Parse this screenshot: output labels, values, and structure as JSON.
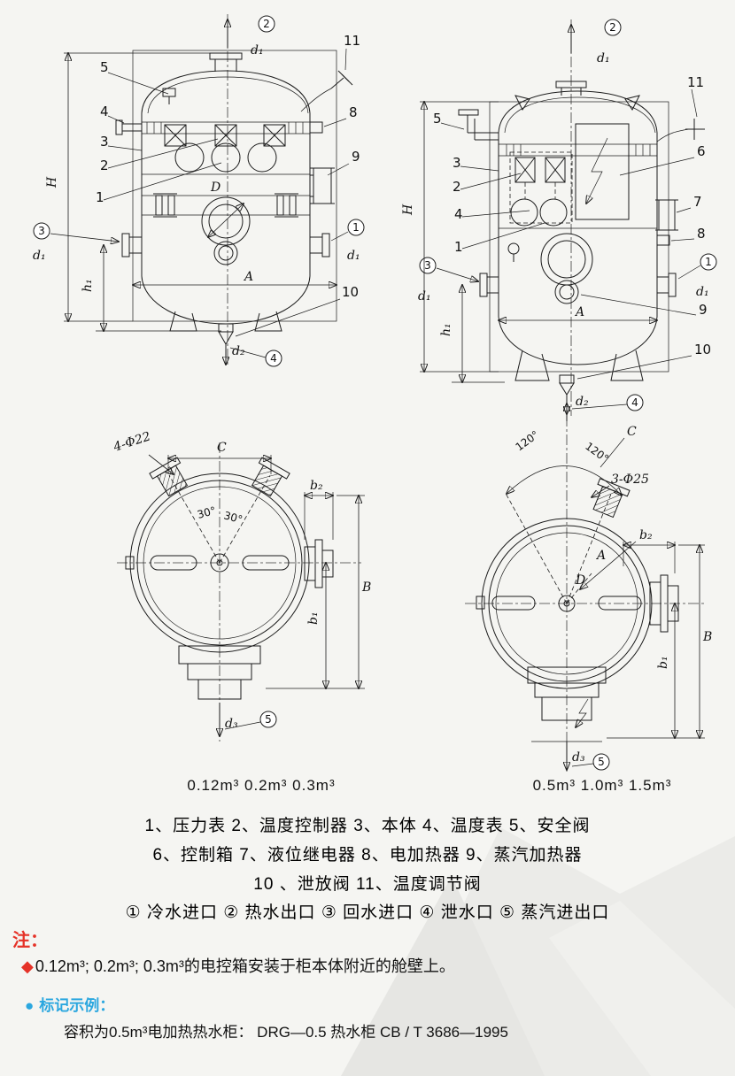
{
  "colors": {
    "note_red": "#e53228",
    "example_blue": "#2ba7df",
    "line": "#1c1c1c",
    "background": "#f5f5f2"
  },
  "labels": {
    "n1": "1",
    "n2": "2",
    "n3": "3",
    "n4": "4",
    "n5": "5",
    "n6": "6",
    "n7": "7",
    "n8": "8",
    "n9": "9",
    "n10": "10",
    "n11": "11",
    "c1": "1",
    "c2": "2",
    "c3": "3",
    "c4": "4",
    "c5": "5",
    "H": "H",
    "h1": "h₁",
    "A": "A",
    "B": "B",
    "C": "C",
    "D": "D",
    "d1": "d₁",
    "d2": "d₂",
    "d3": "d₃",
    "b1": "b₁",
    "b2": "b₂",
    "deg30": "30°",
    "deg120": "120°",
    "holes_small": "4-Φ22",
    "holes_large": "3-Φ25"
  },
  "captions": {
    "small_sizes": "0.12m³  0.2m³  0.3m³",
    "large_sizes": "0.5m³ 1.0m³ 1.5m³"
  },
  "legend": {
    "line1": "1、压力表  2、温度控制器  3、本体  4、温度表  5、安全阀",
    "line2": "6、控制箱  7、液位继电器  8、电加热器  9、蒸汽加热器",
    "line3": "10 、泄放阀  11、温度调节阀",
    "line4": "① 冷水进口 ② 热水出口 ③ 回水进口 ④ 泄水口 ⑤ 蒸汽进出口"
  },
  "note": {
    "title": "注：",
    "bullet": "◆",
    "text": "0.12m³; 0.2m³; 0.3m³的电控箱安装于柜本体附近的舱壁上。"
  },
  "example": {
    "bullet": "●",
    "title": "标记示例：",
    "text": "容积为0.5m³电加热热水柜：  DRG—0.5 热水柜 CB / T 3686—1995"
  }
}
